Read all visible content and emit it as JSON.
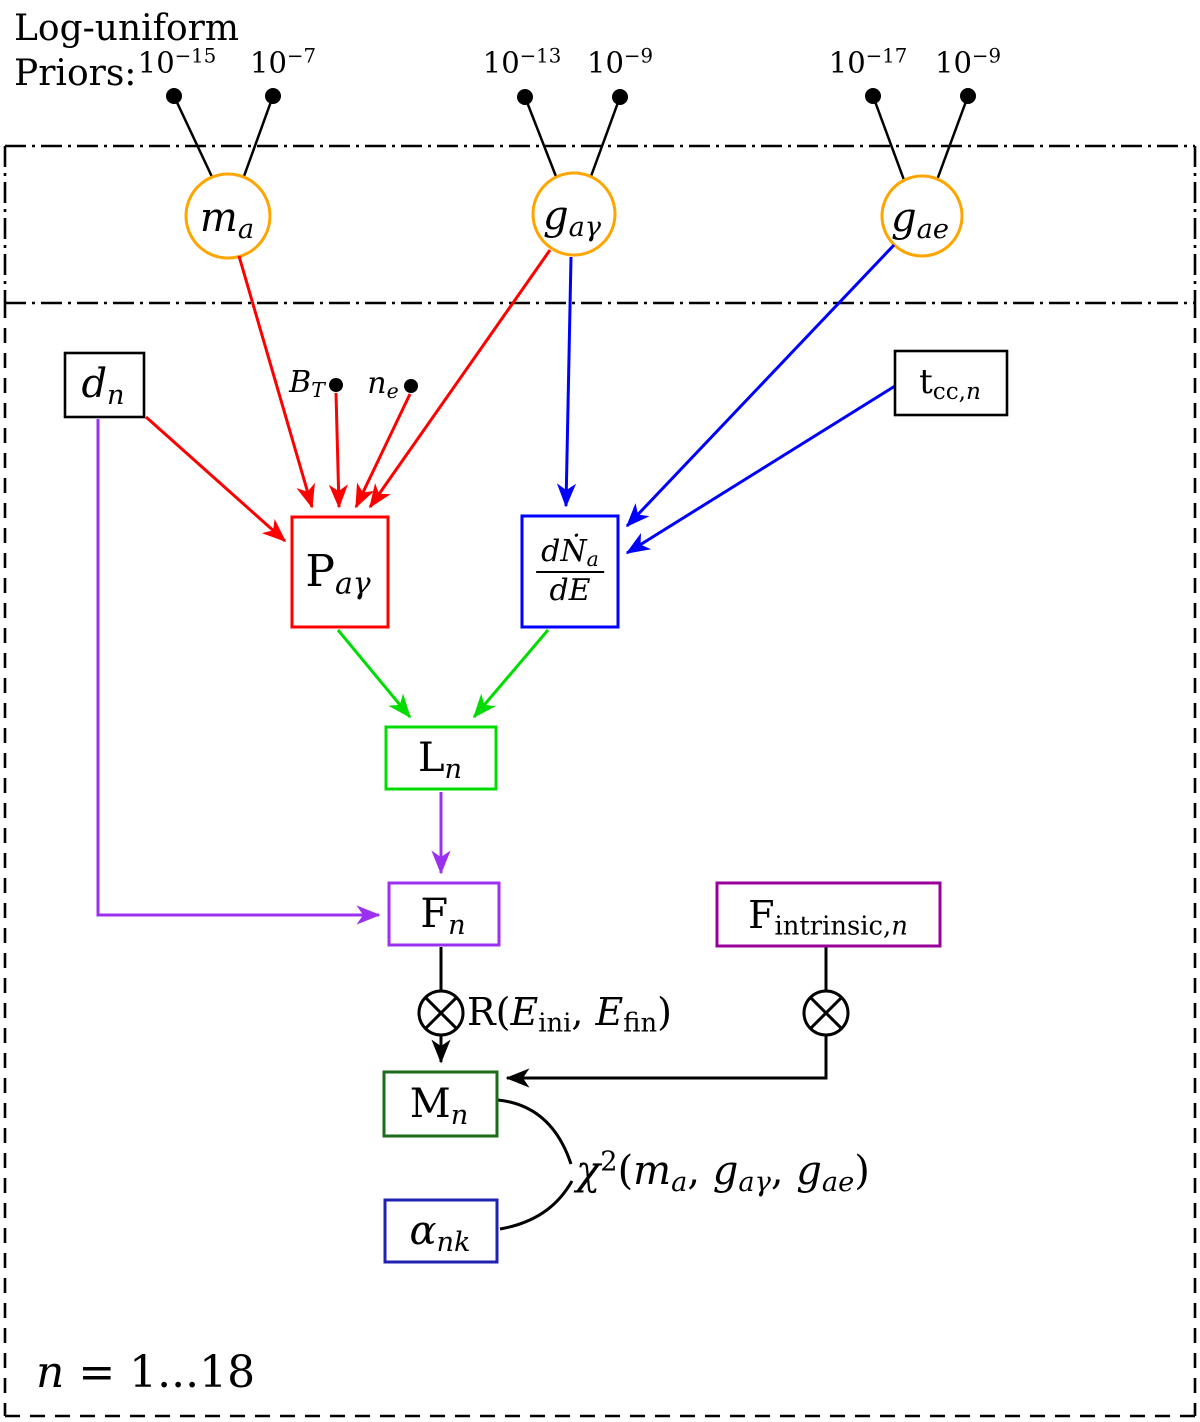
{
  "figure": {
    "priors_title": {
      "line1": "Log-uniform",
      "line2": "Priors:"
    },
    "priors": [
      {
        "base": "10",
        "exp": "−15"
      },
      {
        "base": "10",
        "exp": "−7"
      },
      {
        "base": "10",
        "exp": "−13"
      },
      {
        "base": "10",
        "exp": "−9"
      },
      {
        "base": "10",
        "exp": "−17"
      },
      {
        "base": "10",
        "exp": "−9"
      }
    ],
    "nodes": {
      "ma": {
        "main": "m",
        "sub": "a"
      },
      "gagamma": {
        "main": "g",
        "sub": "aγ"
      },
      "gae": {
        "main": "g",
        "sub": "ae"
      },
      "dn": {
        "main": "d",
        "sub": "n"
      },
      "tccn": {
        "main": "t",
        "sub_roman": "cc,",
        "sub_italic": "n"
      },
      "pagamma": {
        "main": "P",
        "sub": "aγ"
      },
      "spectrum": {
        "num_d": "d",
        "num_N": "Ṅ",
        "num_sub": "a",
        "den": "dE"
      },
      "ln": {
        "main": "L",
        "sub": "n"
      },
      "fn": {
        "main": "F",
        "sub": "n"
      },
      "fintrinsic": {
        "main": "F",
        "sub_roman": "intrinsic,",
        "sub_italic": "n"
      },
      "mn": {
        "main": "M",
        "sub": "n"
      },
      "alphank": {
        "main": "α",
        "sub": "nk"
      }
    },
    "labels": {
      "bt": {
        "main": "B",
        "sub": "T"
      },
      "ne": {
        "main": "n",
        "sub": "e"
      },
      "response": {
        "pre": "R(",
        "E1": "E",
        "sub1": "ini",
        "sep": ", ",
        "E2": "E",
        "sub2": "fin",
        "close": ")"
      },
      "chi": {
        "chi": "χ",
        "sup": "2",
        "open": "(",
        "m": "m",
        "m_sub": "a",
        "sep1": ", ",
        "g1": "g",
        "g1_sub": "aγ",
        "sep2": ", ",
        "g2": "g",
        "g2_sub": "ae",
        "close": ")"
      },
      "range": {
        "var": "n",
        "rest": " = 1...18"
      }
    },
    "colors": {
      "orange": "#ffa500",
      "red": "#fe0000",
      "blue": "#0000fe",
      "green": "#00dc00",
      "violet": "#9b30f0",
      "dark_magenta": "#990099",
      "dark_green": "#1b6d1b",
      "navy": "#2222b2",
      "black": "#000000"
    }
  }
}
